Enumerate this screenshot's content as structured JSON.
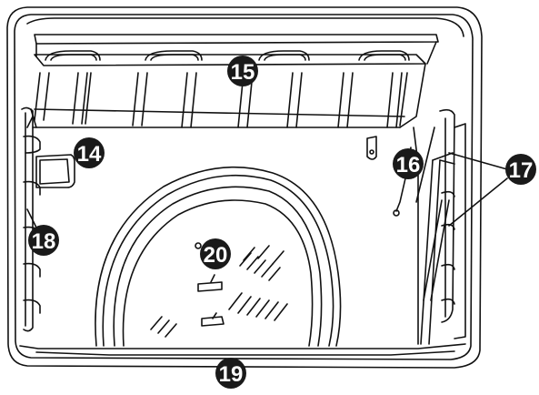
{
  "diagram": {
    "colors": {
      "line": "#111111",
      "fill": "#ffffff",
      "badge": "#1a1a1a",
      "badge_text": "#ffffff"
    },
    "callouts": [
      {
        "id": "c15",
        "label": "15"
      },
      {
        "id": "c14",
        "label": "14"
      },
      {
        "id": "c16",
        "label": "16"
      },
      {
        "id": "c17",
        "label": "17"
      },
      {
        "id": "c18",
        "label": "18"
      },
      {
        "id": "c20",
        "label": "20"
      },
      {
        "id": "c19",
        "label": "19"
      }
    ]
  }
}
